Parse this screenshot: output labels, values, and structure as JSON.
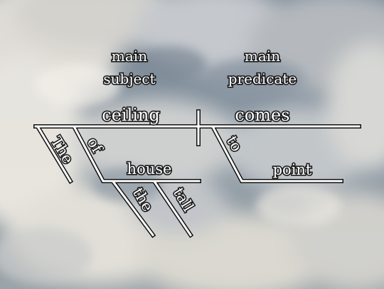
{
  "labels": {
    "subject_top": "main",
    "subject_bottom": "subject",
    "predicate_top": "main",
    "predicate_bottom": "predicate"
  },
  "words": {
    "subject": "ceiling",
    "predicate": "comes",
    "article_the": "The",
    "preposition_of": "of",
    "object_house": "house",
    "article_the_2": "the",
    "adjective_tall": "tall",
    "preposition_to": "to",
    "object_point": "point"
  },
  "colors": {
    "sky_top": "#6f7f8f",
    "cloud": "#e9e6de",
    "line": "#ffffff",
    "text_outline": "#1a1a1a"
  }
}
